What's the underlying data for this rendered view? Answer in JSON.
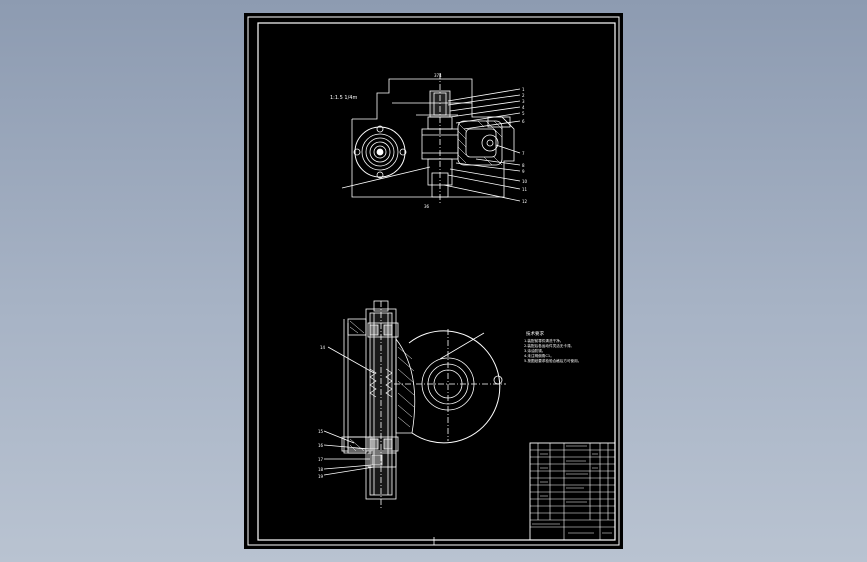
{
  "drawing": {
    "scale_note": "1:1.5 1/4m",
    "dim_top": "374",
    "dim_bottom": "36",
    "leaders_top": [
      "1",
      "2",
      "3",
      "4",
      "5",
      "6",
      "7",
      "8",
      "9",
      "10",
      "11",
      "12"
    ],
    "leaders_bottom_left": [
      "14",
      "15",
      "16",
      "17",
      "18",
      "19"
    ],
    "tech_req_title": "技术要求",
    "tech_req_lines": [
      "1.装配前零件清洗干净。",
      "2.装配后各运动件灵活无卡滞。",
      "3.涂油防锈。",
      "4.未注明倒角C1。",
      "5.按图纸要求检验合格后方可使用。"
    ]
  },
  "colors": {
    "paper": "#000000",
    "ink": "#ffffff",
    "background": "#9eabbe"
  }
}
